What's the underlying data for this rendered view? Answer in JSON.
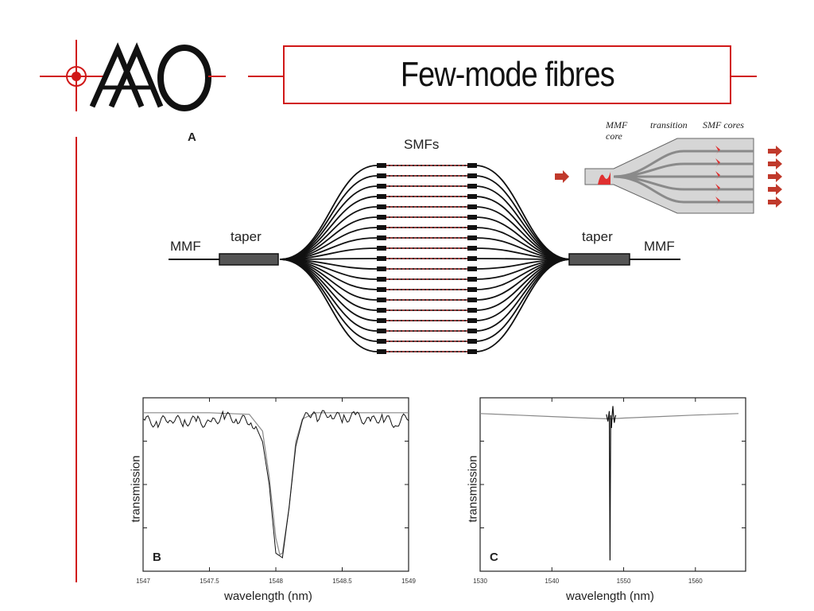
{
  "slide": {
    "title": "Few-mode fibres",
    "logo_text": "AAO"
  },
  "diagram_a": {
    "panel_label": "A",
    "smfs_label": "SMFs",
    "left_fiber_label": "MMF",
    "left_taper_label": "taper",
    "right_taper_label": "taper",
    "right_fiber_label": "MMF",
    "fiber_count": 19
  },
  "inset": {
    "label_mmf_core_line1": "MMF",
    "label_mmf_core_line2": "core",
    "label_transition": "transition",
    "label_smf_cores": "SMF cores",
    "output_arrow_count": 5
  },
  "colors": {
    "accent": "#d01818",
    "fiber": "#111111",
    "core_red": "#e03030",
    "inset_fill": "#d6d6d6",
    "inset_core": "#8a8a8a",
    "arrow": "#c0392b"
  },
  "chart_data": [
    {
      "type": "line",
      "panel_label": "B",
      "xlabel": "wavelength (nm)",
      "ylabel": "transmission",
      "xlim": [
        1547,
        1549
      ],
      "xticks": [
        "1547",
        "1547.5",
        "1548",
        "1548.5",
        "1549"
      ],
      "series": [
        {
          "style": "measured-noisy",
          "x": [
            1547.0,
            1547.1,
            1547.2,
            1547.3,
            1547.4,
            1547.5,
            1547.6,
            1547.7,
            1547.8,
            1547.85,
            1547.9,
            1547.95,
            1548.0,
            1548.05,
            1548.1,
            1548.15,
            1548.2,
            1548.25,
            1548.3,
            1548.4,
            1548.5,
            1548.6,
            1548.7,
            1548.8,
            1548.9,
            1549.0
          ],
          "y": [
            0.93,
            0.9,
            0.94,
            0.91,
            0.92,
            0.89,
            0.95,
            0.93,
            0.92,
            0.88,
            0.78,
            0.5,
            0.05,
            0.02,
            0.35,
            0.75,
            0.92,
            0.96,
            0.94,
            0.97,
            0.93,
            0.95,
            0.91,
            0.94,
            0.9,
            0.95
          ]
        },
        {
          "style": "model-smooth",
          "x": [
            1547.0,
            1547.5,
            1547.8,
            1547.9,
            1547.95,
            1548.0,
            1548.03,
            1548.05,
            1548.1,
            1548.15,
            1548.2,
            1548.3,
            1548.5,
            1549.0
          ],
          "y": [
            0.97,
            0.97,
            0.96,
            0.85,
            0.55,
            0.15,
            0.04,
            0.05,
            0.35,
            0.78,
            0.93,
            0.97,
            0.97,
            0.97
          ]
        }
      ]
    },
    {
      "type": "line",
      "panel_label": "C",
      "xlabel": "wavelength (nm)",
      "ylabel": "transmission",
      "xlim": [
        1530,
        1567
      ],
      "xticks": [
        "1530",
        "1540",
        "1550",
        "1560"
      ],
      "series": [
        {
          "style": "model-smooth",
          "x": [
            1530,
            1535,
            1540,
            1545,
            1548,
            1550,
            1555,
            1560,
            1566
          ],
          "y": [
            0.965,
            0.955,
            0.945,
            0.935,
            0.93,
            0.935,
            0.945,
            0.955,
            0.965
          ]
        },
        {
          "style": "measured-noisy",
          "x": [
            1547.6,
            1547.8,
            1548.0,
            1548.1,
            1548.2,
            1548.3,
            1548.5,
            1548.7,
            1548.9
          ],
          "y": [
            0.96,
            0.9,
            0.99,
            0.0,
            0.95,
            0.88,
            1.0,
            0.92,
            0.94
          ]
        }
      ]
    }
  ]
}
